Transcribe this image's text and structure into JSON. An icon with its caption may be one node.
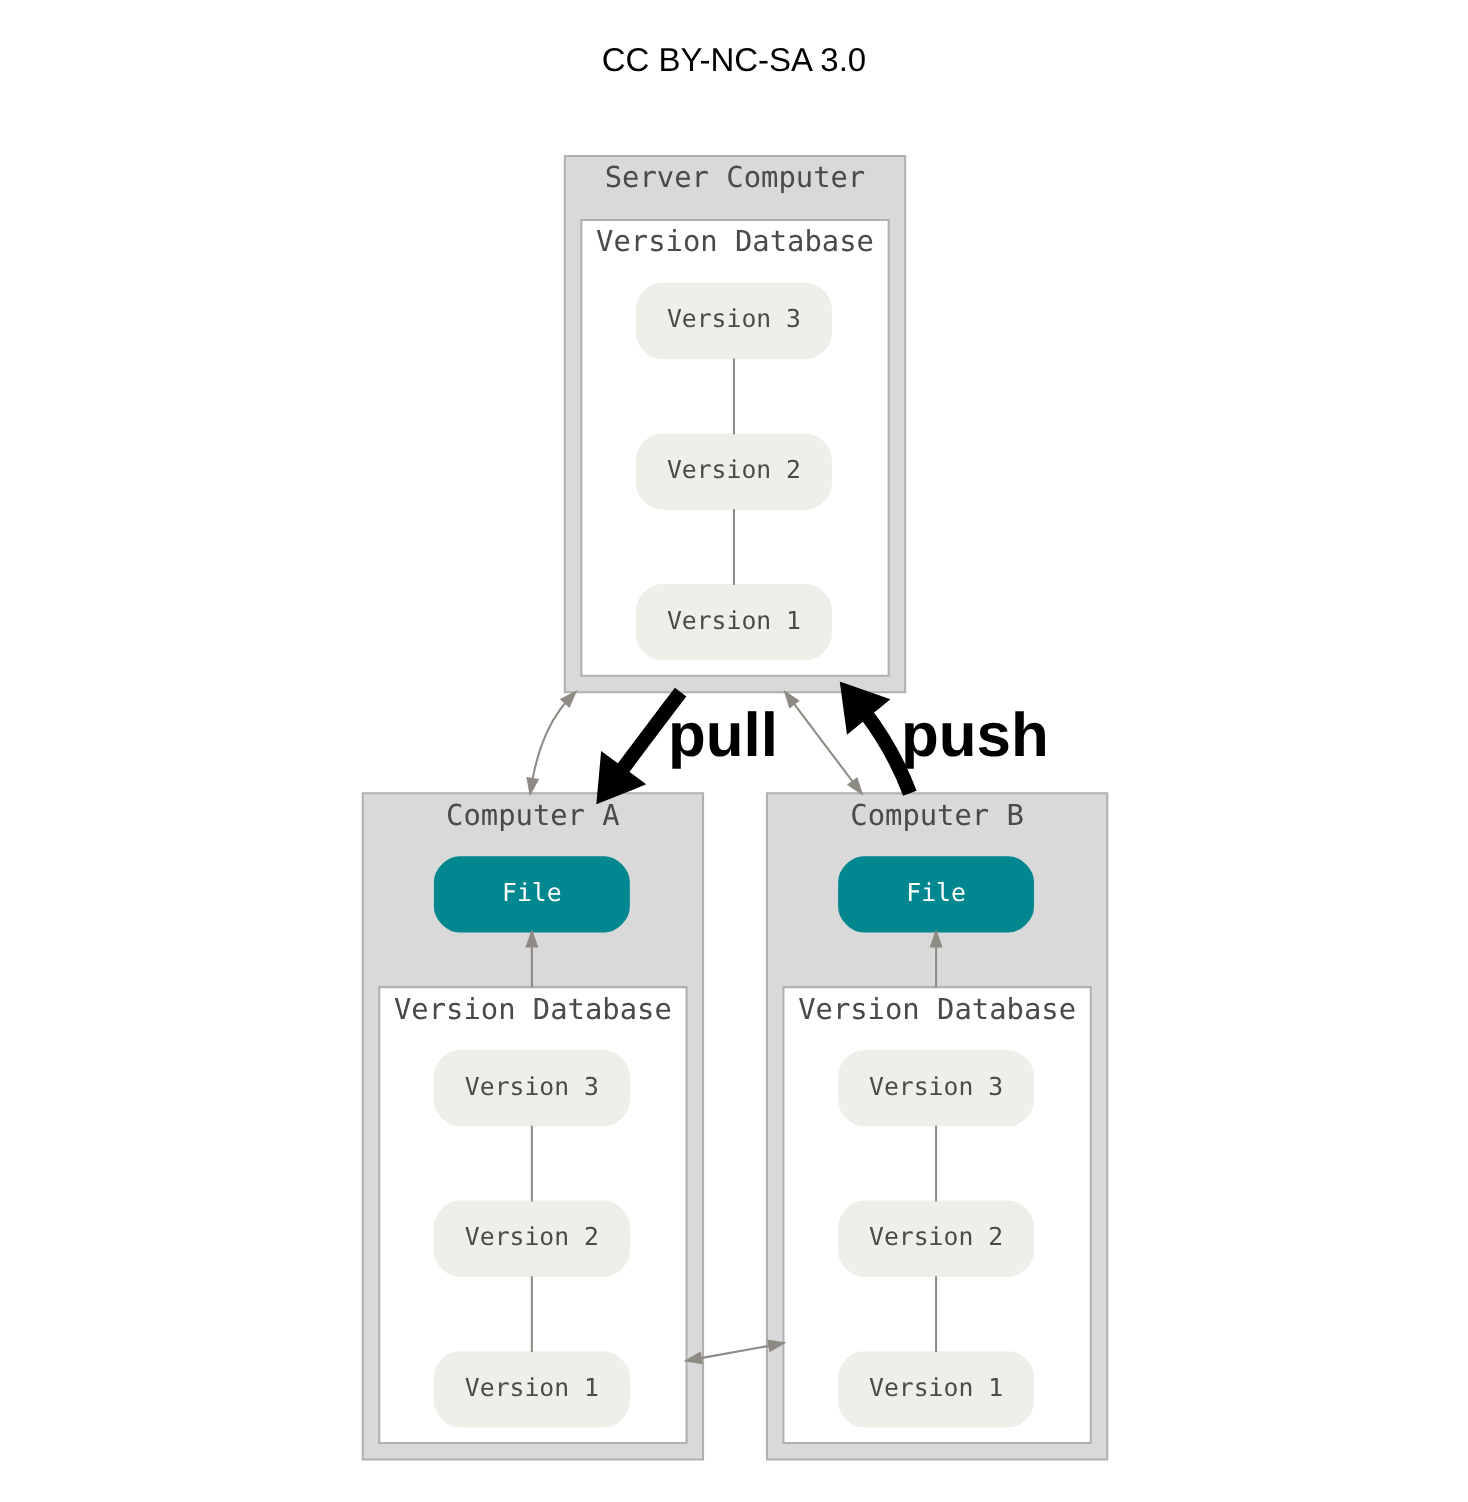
{
  "diagram": {
    "nodes": [
      {
        "text": [
          "Server Computer"
        ]
      },
      {
        "text": [
          "Version Database"
        ],
        "in": 0
      },
      {
        "text": [
          "Version 3"
        ],
        "in": 1
      },
      {
        "text": [
          "Version 2"
        ],
        "in": 1
      },
      {
        "text": [
          "Version 1"
        ],
        "in": 1
      },
      {
        "text": [
          "Computer A"
        ]
      },
      {
        "text": [
          "File"
        ],
        "in": 5
      },
      {
        "text": [
          "Version Database"
        ],
        "in": 5
      },
      {
        "text": [
          "Version 3"
        ],
        "in": 7
      },
      {
        "text": [
          "Version 2"
        ],
        "in": 7
      },
      {
        "text": [
          "Version 1"
        ],
        "in": 7
      },
      {
        "text": [
          "Computer B"
        ]
      },
      {
        "text": [
          "File"
        ],
        "in": 11
      },
      {
        "text": [
          "Version Database"
        ],
        "in": 11
      },
      {
        "text": [
          "Version 3"
        ],
        "in": 13
      },
      {
        "text": [
          "Version 2"
        ],
        "in": 13
      },
      {
        "text": [
          "Version 1"
        ],
        "in": 13
      }
    ],
    "edges": [
      {
        "from": 2,
        "to": 3,
        "arrow": "none"
      },
      {
        "from": 3,
        "to": 4,
        "arrow": "none"
      },
      {
        "from": 8,
        "to": 9,
        "arrow": "none"
      },
      {
        "from": 9,
        "to": 10,
        "arrow": "none"
      },
      {
        "from": 14,
        "to": 15,
        "arrow": "none"
      },
      {
        "from": 15,
        "to": 16,
        "arrow": "none"
      },
      {
        "from": 7,
        "to": 6,
        "arrow": "to"
      },
      {
        "from": 13,
        "to": 12,
        "arrow": "to"
      },
      {
        "from": 0,
        "to": 5,
        "arrow": "both"
      },
      {
        "from": 0,
        "to": 11,
        "arrow": "both"
      },
      {
        "from": 7,
        "to": 13,
        "arrow": "both"
      },
      {
        "from": 0,
        "to": 5,
        "arrow": "to",
        "label": "pull",
        "style": "thick",
        "color": "#000000"
      },
      {
        "from": 11,
        "to": 0,
        "arrow": "to",
        "label": "push",
        "style": "thick",
        "color": "#000000"
      }
    ],
    "labels": [
      "CC BY-NC-SA 3.0"
    ]
  }
}
